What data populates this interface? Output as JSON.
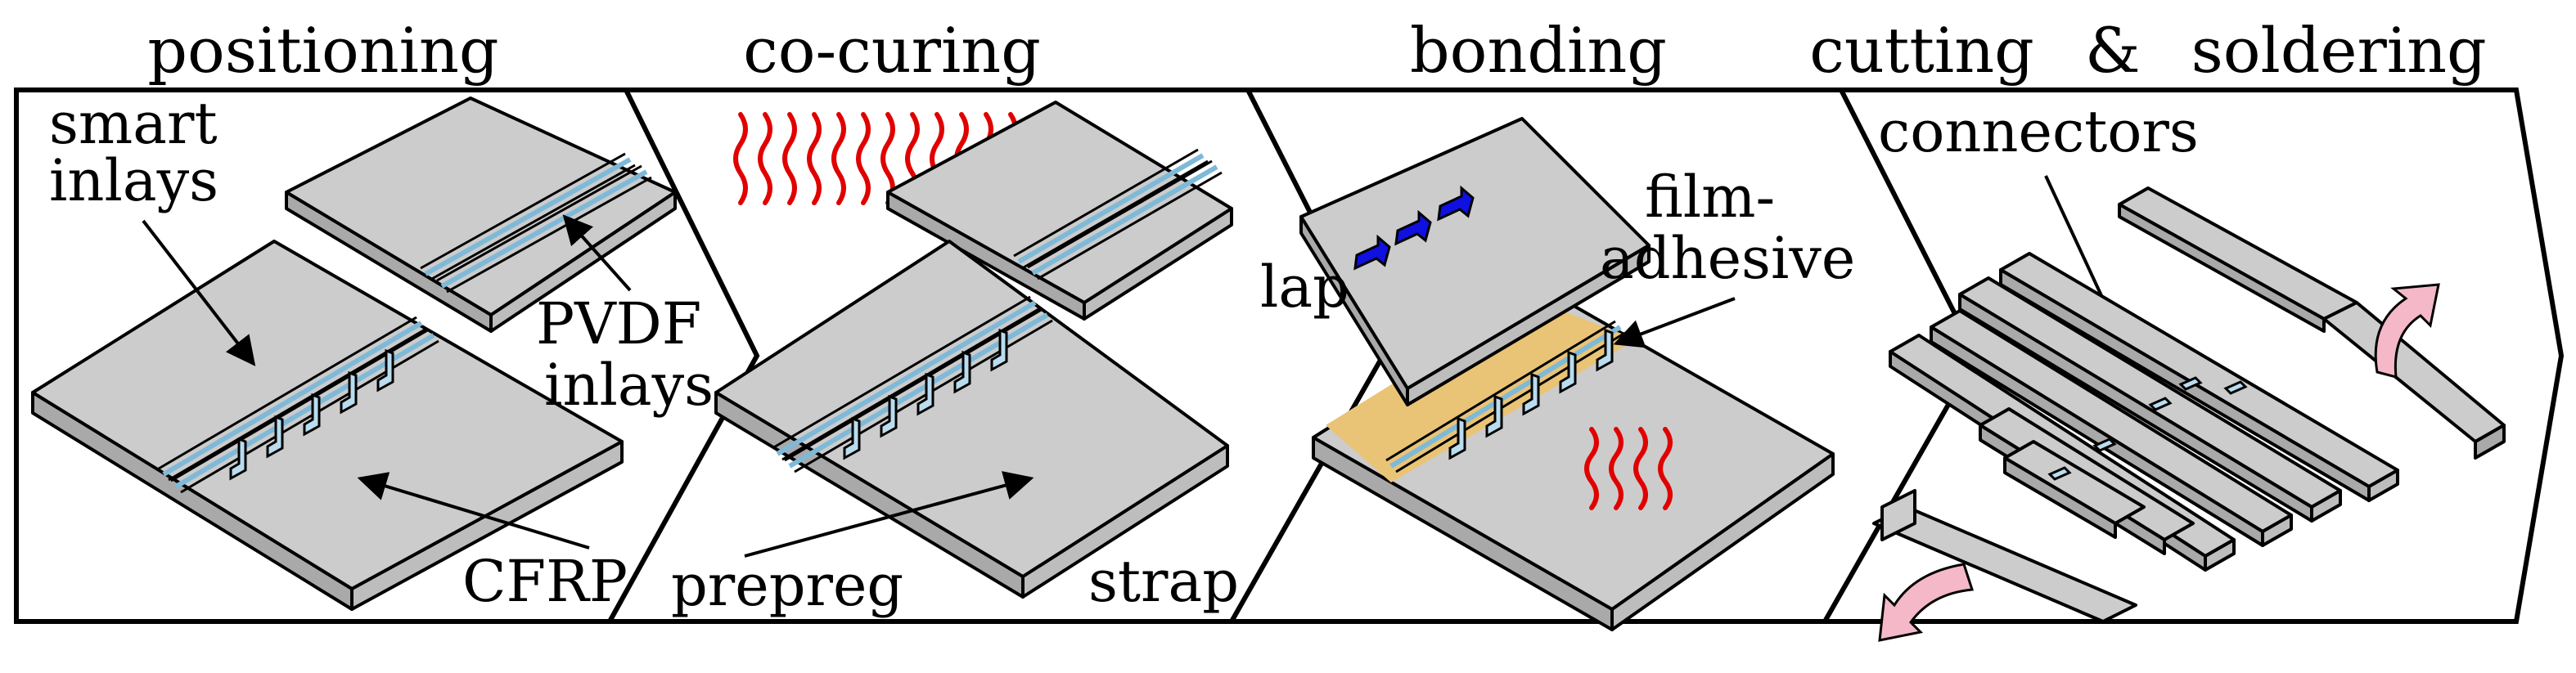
{
  "steps": [
    {
      "title": "positioning"
    },
    {
      "title": "co-curing"
    },
    {
      "title": "bonding"
    },
    {
      "title": "cutting & soldering"
    }
  ],
  "labels": {
    "smart_inlays_1": "smart",
    "smart_inlays_2": "inlays",
    "pvdf_1": "PVDF",
    "pvdf_2": "inlays",
    "cfrp": "CFRP",
    "prepreg": "prepreg",
    "strap": "strap",
    "lap": "lap",
    "film_1": "film-",
    "film_2": "adhesive",
    "connectors": "connectors"
  },
  "colors": {
    "plate": "#cccccc",
    "inlay": "#b9dcef",
    "heat": "#e00000",
    "press_arrow": "#1010e0",
    "adhesive": "#e9c476",
    "bend_arrow": "#f5b8c8"
  }
}
